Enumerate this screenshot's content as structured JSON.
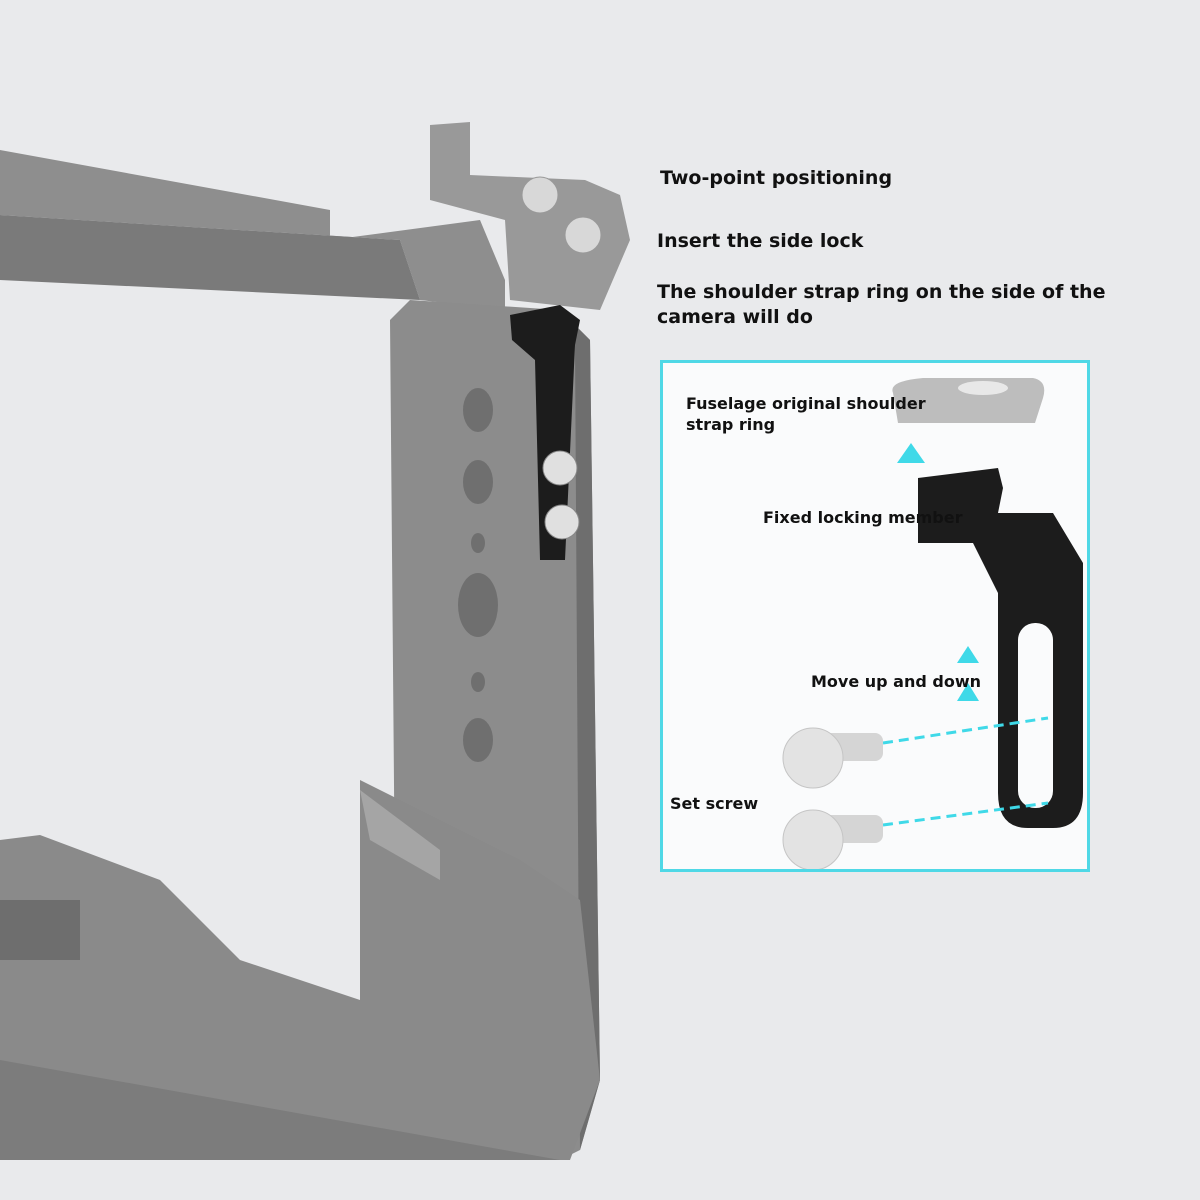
{
  "captions": {
    "two_point": "Two-point positioning",
    "side_lock": "Insert the side lock",
    "strap_ring": "The shoulder strap ring on the side of the camera will do"
  },
  "inset": {
    "fuselage_ring": "Fuselage original shoulder strap ring",
    "fixed_member": "Fixed locking member",
    "move": "Move up and down",
    "set_screw": "Set screw"
  },
  "colors": {
    "background": "#e9eaec",
    "cage": "#8c8c8c",
    "accent": "#4fd8e6",
    "lock": "#1c1c1c"
  }
}
